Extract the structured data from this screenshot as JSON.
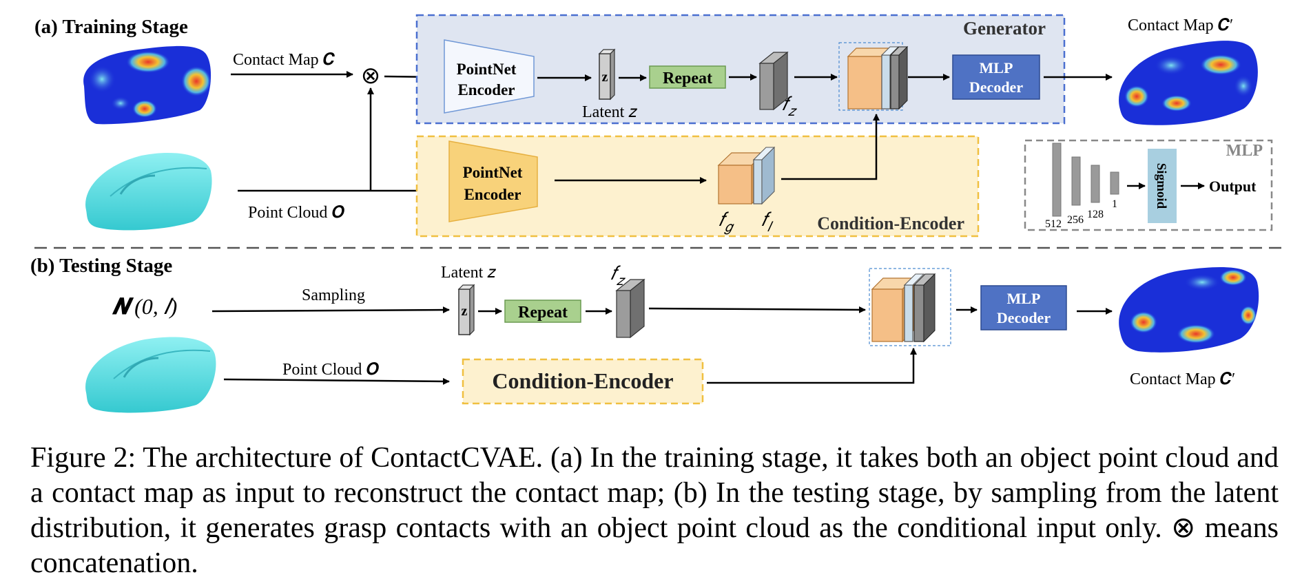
{
  "training": {
    "title": "(a) Training Stage",
    "contact_map_in": "Contact Map 𝑪",
    "concat_symbol": "⊗",
    "point_cloud": "Point Cloud 𝑶",
    "pointnet_encoder_1": "PointNet",
    "pointnet_encoder_2": "Encoder",
    "latent": "Latent 𝑧",
    "z": "z",
    "repeat": "Repeat",
    "f_z": "𝑓",
    "f_z_sub": "𝑧",
    "generator": "Generator",
    "mlp_decoder_1": "MLP",
    "mlp_decoder_2": "Decoder",
    "contact_map_out": "Contact Map 𝑪′",
    "cond_pointnet_1": "PointNet",
    "cond_pointnet_2": "Encoder",
    "f_g": "𝑓",
    "f_g_sub": "𝑔",
    "f_l": "𝑓",
    "f_l_sub": "𝑙",
    "condition_encoder": "Condition-Encoder",
    "mlp_label": "MLP",
    "mlp_dims": [
      "512",
      "256",
      "128",
      "1"
    ],
    "sigmoid": "Sigmoid",
    "output": "Output"
  },
  "testing": {
    "title": "(b) Testing Stage",
    "normal": "𝑵",
    "normal_args": "(0, 𝐼)",
    "sampling": "Sampling",
    "latent": "Latent 𝑧",
    "z": "z",
    "repeat": "Repeat",
    "f_z": "𝑓",
    "f_z_sub": "𝑧",
    "point_cloud": "Point Cloud 𝑶",
    "condition_encoder": "Condition-Encoder",
    "mlp_decoder_1": "MLP",
    "mlp_decoder_2": "Decoder",
    "contact_map_out": "Contact Map 𝑪′"
  },
  "caption": "Figure 2: The architecture of ContactCVAE. (a) In the training stage, it takes both an object point cloud and a contact map as input to reconstruct the contact map; (b) In the testing stage, by sampling from the latent distribution, it generates grasp contacts with an object point cloud as the conditional input only. ⊗ means concatenation.",
  "colors": {
    "generator_fill": "#dfe5f1",
    "generator_border": "#4a6fd0",
    "condition_fill": "#fdf1cf",
    "condition_border": "#f0c040",
    "repeat_fill": "#a9d08e",
    "mlp_fill": "#4f72c4",
    "sigmoid_fill": "#a8cfe0",
    "cube_orange": "#f5bf87",
    "cube_light_blue": "#c9dcea",
    "cube_gray": "#8c8c8c",
    "mouse_cyan": "#5ee0e3",
    "heat_blue": "#1a2fd8",
    "heat_red": "#e8372a"
  }
}
